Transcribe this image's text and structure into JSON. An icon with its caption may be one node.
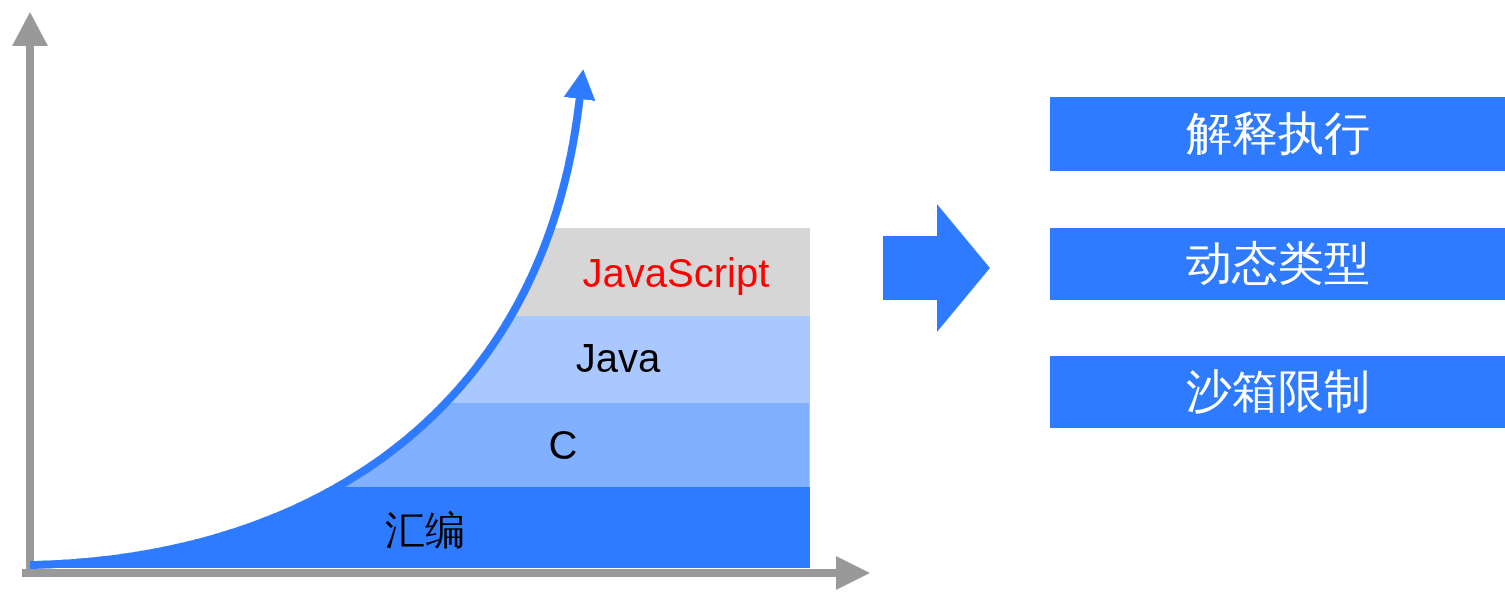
{
  "diagram": {
    "nodes": [
      {
        "text": [
          "汇编"
        ]
      },
      {
        "text": [
          "C"
        ]
      },
      {
        "text": [
          "Java"
        ]
      },
      {
        "text": [
          "JavaScript"
        ]
      },
      {
        "text": [
          "解释执行"
        ]
      },
      {
        "text": [
          "动态类型"
        ]
      },
      {
        "text": [
          "沙箱限制"
        ]
      }
    ],
    "edges": [
      {
        "from": 3,
        "to": 5,
        "arrow": "to"
      }
    ]
  }
}
